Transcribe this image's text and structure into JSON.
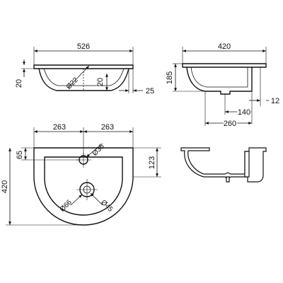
{
  "dimensions": {
    "top_width": "526",
    "side_depth": "420",
    "top_rim_left": "20",
    "top_rim_mid": "20",
    "top_right_offset": "25",
    "tap_hole_top": "Ø22",
    "side_height": "185",
    "side_right_offset": "12",
    "side_waste_offset": "140",
    "side_bowl_depth": "260",
    "plan_half_left": "263",
    "plan_half_right": "263",
    "plan_tap_offset": "65",
    "plan_tap_hole": "Ø35",
    "plan_side_height": "123",
    "plan_depth": "420",
    "plan_waste_outer": "Ø66",
    "plan_waste_inner": "Ø45"
  }
}
